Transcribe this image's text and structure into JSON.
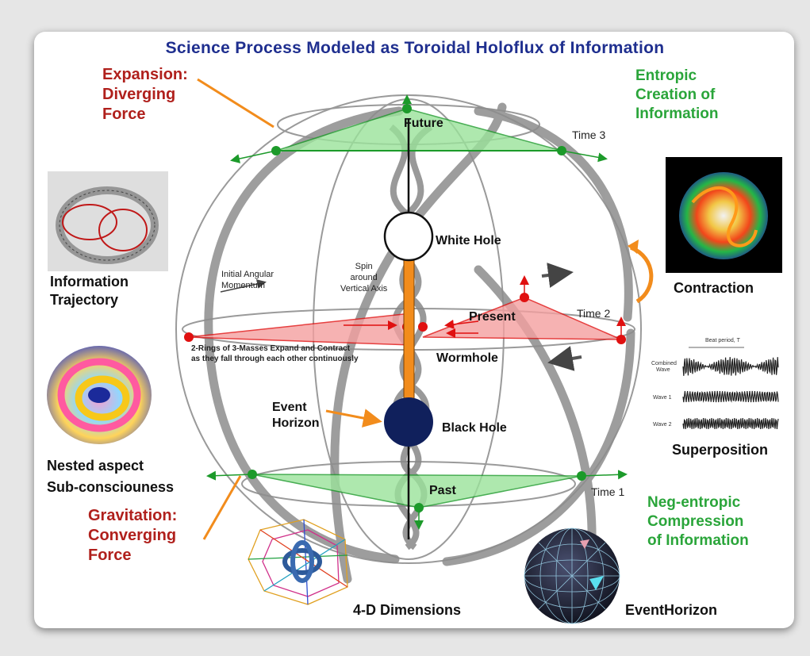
{
  "title": "Science Process  Modeled as Toroidal  Holoflux of Information",
  "labels": {
    "expansion": "Expansion:\nDiverging\nForce",
    "entropic": "Entropic\nCreation of\nInformation",
    "information_trajectory": "Information\nTrajectory",
    "contraction": "Contraction",
    "superposition": "Superposition",
    "nested": "Nested aspect\nSub-consciouness",
    "gravitation": "Gravitation:\nConverging\nForce",
    "neg_entropic": "Neg-entropic\nCompression\nof Information",
    "four_d": "4-D Dimensions",
    "event_horizon_bottom": "EventHorizon",
    "future": "Future",
    "time3": "Time 3",
    "white_hole": "White Hole",
    "initial_angular": "Initial Angular\n      Momentum",
    "spin": "Spin\naround\nVertical Axis",
    "present": "Present",
    "time2": "Time 2",
    "rings": "2-Rings of 3-Masses Expand and Contract\nas they fall through each other continuously",
    "wormhole": "Wormhole",
    "event_horizon": "Event\nHorizon",
    "black_hole": "Black Hole",
    "past": "Past",
    "time1": "Time 1"
  },
  "wave_panel": {
    "beat": "Beat period, T",
    "combined": "Combined\nWave",
    "wave1": "Wave 1",
    "wave2": "Wave 2"
  },
  "colors": {
    "title": "#1f2f8f",
    "red_text": "#b0201c",
    "green_text": "#2aa53a",
    "orange": "#f28c1c",
    "green_fill": "#9be39b",
    "red_fill": "#f4a0a0",
    "black_hole": "#10205c"
  }
}
